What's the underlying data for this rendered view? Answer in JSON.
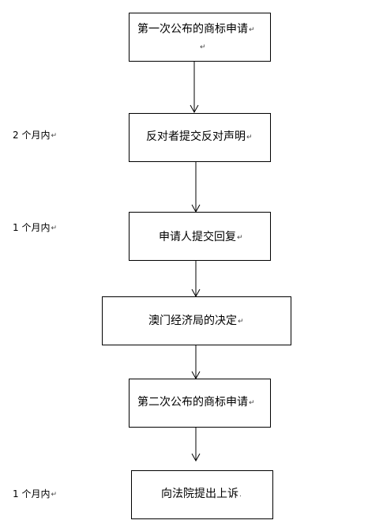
{
  "steps": [
    {
      "label": "第一次公布的商标申请"
    },
    {
      "label": "反对者提交反对声明"
    },
    {
      "label": "申请人提交回复"
    },
    {
      "label": "澳门经济局的决定"
    },
    {
      "label": "第二次公布的商标申请"
    },
    {
      "label": "向法院提出上诉"
    }
  ],
  "time_limits": [
    {
      "label": "2 个月内"
    },
    {
      "label": "1 个月内"
    },
    {
      "label": "1 个月内"
    }
  ],
  "paragraph_mark": "↵",
  "end_mark": "."
}
